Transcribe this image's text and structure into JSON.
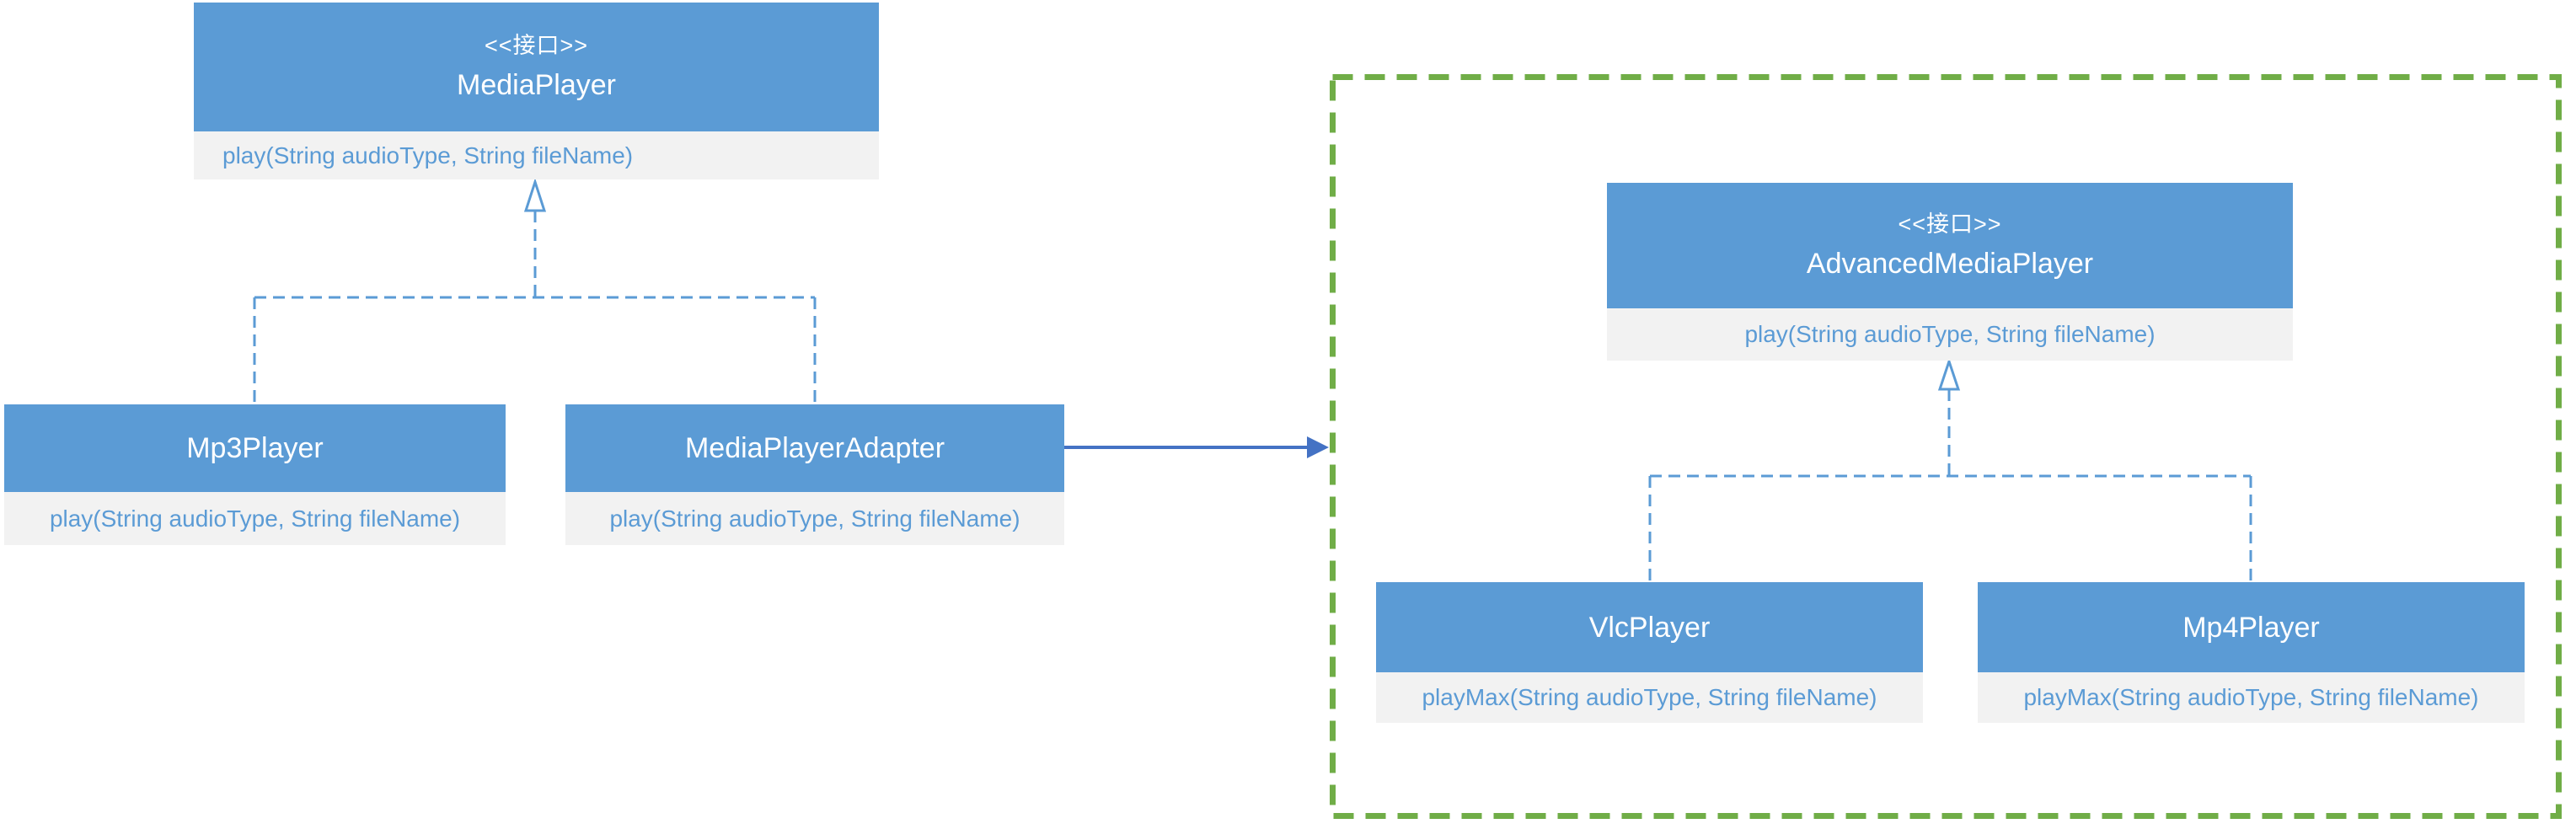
{
  "diagram": {
    "title": "Adapter pattern UML class diagram",
    "classes": {
      "media_player": {
        "stereotype": "<<接口>>",
        "name": "MediaPlayer",
        "method": "play(String audioType, String fileName)"
      },
      "mp3_player": {
        "name": "Mp3Player",
        "method": "play(String audioType, String fileName)"
      },
      "media_player_adapter": {
        "name": "MediaPlayerAdapter",
        "method": "play(String audioType, String fileName)"
      },
      "advanced_media_player": {
        "stereotype": "<<接口>>",
        "name": "AdvancedMediaPlayer",
        "method": "play(String audioType, String fileName)"
      },
      "vlc_player": {
        "name": "VlcPlayer",
        "method": "playMax(String audioType, String fileName)"
      },
      "mp4_player": {
        "name": "Mp4Player",
        "method": "playMax(String audioType, String fileName)"
      }
    },
    "relationships": {
      "left_realization": "Mp3Player and MediaPlayerAdapter realize MediaPlayer (dashed lines, hollow triangle)",
      "right_realization": "VlcPlayer and Mp4Player realize AdvancedMediaPlayer (dashed lines, hollow triangle)",
      "association": "MediaPlayerAdapter points to adaptee group (solid blue arrow)"
    },
    "colors": {
      "canvas_bg": "#FFFFFF",
      "header_blue": "#5B9BD5",
      "method_bg": "#F2F2F2",
      "method_text": "#5B9BD5",
      "connector_blue": "#5B9BD5",
      "arrow_blue": "#4472C4",
      "group_border_green": "#70AD47"
    }
  }
}
